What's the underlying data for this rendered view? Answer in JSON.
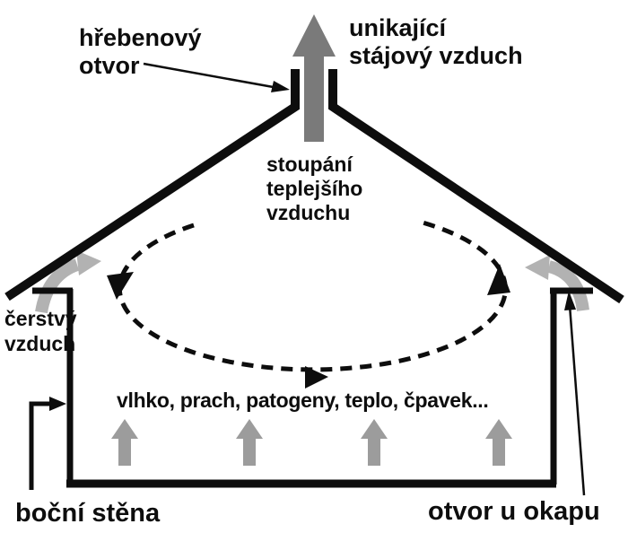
{
  "diagram": {
    "description": "Stable (barn) natural ventilation cross-section diagram, Czech labels",
    "labels": {
      "ridge_opening": "hřebenový\notvor",
      "escaping_air": "unikající\nstájový vzduch",
      "rising_warm_air": "stoupání\nteplejšího\nvzduchu",
      "fresh_air": "čerstvý\nvzduch",
      "emissions": "vlhko, prach, patogeny, teplo, čpavek...",
      "side_wall": "boční stěna",
      "eave_opening": "otvor u okapu"
    },
    "colors": {
      "background": "#ffffff",
      "outline": "#0d0d0d",
      "text": "#0d0d0d",
      "ridge_exhaust_arrow": "#7a7a7a",
      "floor_arrows": "#9c9c9c",
      "eave_inlet_arrows": "#b2b2b2"
    },
    "arrows": {
      "ridge_exhaust": {
        "icon": "up-arrow-icon",
        "direction": "up",
        "meaning": "escaping stable air through ridge opening"
      },
      "floor_emissions": {
        "icon": "up-arrow-icon",
        "count": 4,
        "direction": "up",
        "meaning": "moisture, dust, pathogens, heat, ammonia rising"
      },
      "eave_inlet_left": {
        "icon": "curved-arrow-icon",
        "direction": "in-up-right",
        "meaning": "fresh air entering at left eave"
      },
      "eave_inlet_right": {
        "icon": "curved-arrow-icon",
        "direction": "in-up-left",
        "meaning": "fresh air entering at right eave"
      },
      "circulation_loop": {
        "icon": "dashed-ellipse-icon",
        "style": "dashed",
        "arrowheads": 3,
        "meaning": "internal air circulation (down left, along floor right, up right)"
      },
      "pointer_ridge": {
        "icon": "pointer-arrow-icon",
        "points_to": "ridge opening"
      },
      "pointer_eave": {
        "icon": "pointer-arrow-icon",
        "points_to": "eave opening"
      },
      "pointer_wall": {
        "icon": "pointer-arrow-icon",
        "points_to": "side wall"
      }
    }
  }
}
